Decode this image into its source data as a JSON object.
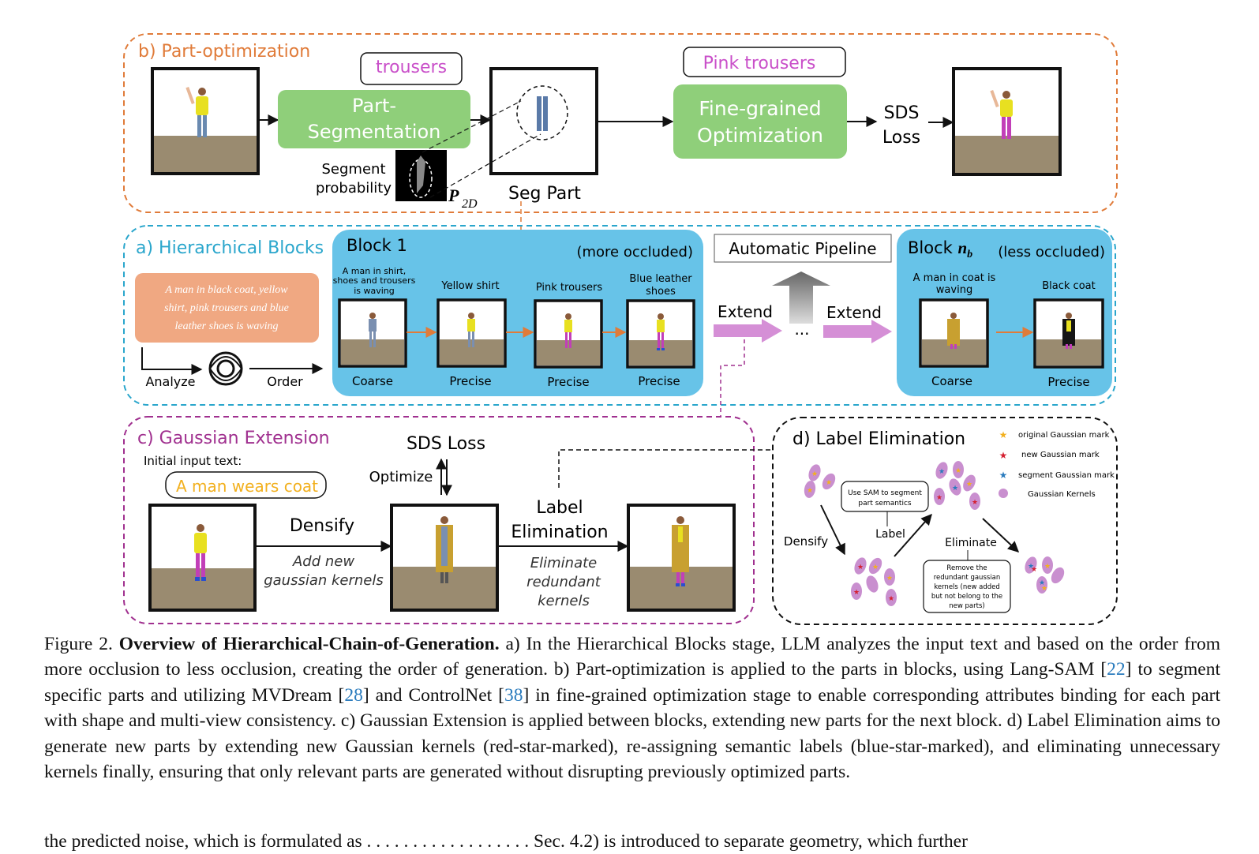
{
  "panel_b": {
    "title": "b) Part-optimization",
    "prompt_part": "trousers",
    "part_seg_label_1": "Part-",
    "part_seg_label_2": "Segmentation",
    "seg_prob_1": "Segment",
    "seg_prob_2": "probability",
    "p2d": "P",
    "p2d_sub": "2D",
    "seg_part": "Seg Part",
    "prompt_fine": "Pink trousers",
    "fine_label_1": "Fine-grained",
    "fine_label_2": "Optimization",
    "sds_1": "SDS",
    "sds_2": "Loss"
  },
  "panel_a": {
    "title": "a) Hierarchical Blocks",
    "input_text_1": "A man in black coat, yellow",
    "input_text_2": "shirt, pink trousers and blue",
    "input_text_3": "leather shoes is waving",
    "analyze": "Analyze",
    "order": "Order",
    "block1_title": "Block 1",
    "block1_note": "(more occluded)",
    "block1_items": [
      {
        "caption_lines": [
          "A man in shirt,",
          "shoes and trousers",
          "is waving"
        ],
        "state": "Coarse"
      },
      {
        "caption_lines": [
          "Yellow shirt"
        ],
        "state": "Precise"
      },
      {
        "caption_lines": [
          "Pink trousers"
        ],
        "state": "Precise"
      },
      {
        "caption_lines": [
          "Blue leather",
          "shoes"
        ],
        "state": "Precise"
      }
    ],
    "pipeline": "Automatic Pipeline",
    "extend_1": "Extend",
    "ellipsis": "...",
    "extend_2": "Extend",
    "blockn_title": "Block ",
    "blockn_var": "n",
    "blockn_sub": "b",
    "blockn_note": "(less occluded)",
    "blockn_items": [
      {
        "caption_lines": [
          "A man in coat is",
          "waving"
        ],
        "state": "Coarse"
      },
      {
        "caption_lines": [
          "Black coat"
        ],
        "state": "Precise"
      }
    ]
  },
  "panel_c": {
    "title": "c) Gaussian Extension",
    "initial_label": "Initial input text:",
    "initial_text": "A man wears coat",
    "sds_loss": "SDS Loss",
    "optimize": "Optimize",
    "densify": "Densify",
    "densify_note_1": "Add new",
    "densify_note_2": "gaussian kernels",
    "label_elim_1": "Label",
    "label_elim_2": "Elimination",
    "elim_note_1": "Eliminate",
    "elim_note_2": "redundant",
    "elim_note_3": "kernels"
  },
  "panel_d": {
    "title": "d) Label Elimination",
    "legend": [
      {
        "label": "original Gaussian mark",
        "color": "#f2b01e"
      },
      {
        "label": "new Gaussian mark",
        "color": "#d42030"
      },
      {
        "label": "segment Gaussian mark",
        "color": "#2a7bbd"
      },
      {
        "label": "Gaussian Kernels",
        "color": "#c98fcf"
      }
    ],
    "sam_note_1": "Use SAM to segment",
    "sam_note_2": "part semantics",
    "label": "Label",
    "densify": "Densify",
    "eliminate": "Eliminate",
    "remove_note": [
      "Remove the",
      "redundant gaussian",
      "kernels (new added",
      "but not belong to the",
      "new parts)"
    ]
  },
  "colors": {
    "orange": "#e07b39",
    "blue_dash": "#2aa6cc",
    "purple": "#a0308f",
    "green": "#8fcf7a",
    "sky": "#67c3e8",
    "salmon": "#f0a882",
    "pink_arrow": "#d58fd6",
    "magenta_text": "#c94fc9",
    "yellow_text": "#f2b01e"
  },
  "caption": {
    "fig_label": "Figure 2.",
    "bold_title": "Overview of Hierarchical-Chain-of-Generation.",
    "t1": "a) In the Hierarchical Blocks stage, LLM analyzes the input text and based on the order from more occlusion to less occlusion, creating the order of generation. b) Part-optimization is applied to the parts in blocks, using Lang-SAM [",
    "r1": "22",
    "t2": "] to segment specific parts and utilizing MVDream [",
    "r2": "28",
    "t3": "] and ControlNet [",
    "r3": "38",
    "t4": "] in fine-grained optimization stage to enable corresponding attributes binding for each part with shape and multi-view consistency. c) Gaussian Extension is applied between blocks, extending new parts for the next block. d) Label Elimination aims to generate new parts by extending new Gaussian kernels (red-star-marked), re-assigning semantic labels (blue-star-marked), and eliminating unnecessary kernels finally, ensuring that only relevant parts are generated without disrupting previously optimized parts."
  },
  "next_line": "the predicted noise, which is formulated as . . . . . . . . . . . . . . . . . . Sec. 4.2) is introduced to separate geometry, which further"
}
